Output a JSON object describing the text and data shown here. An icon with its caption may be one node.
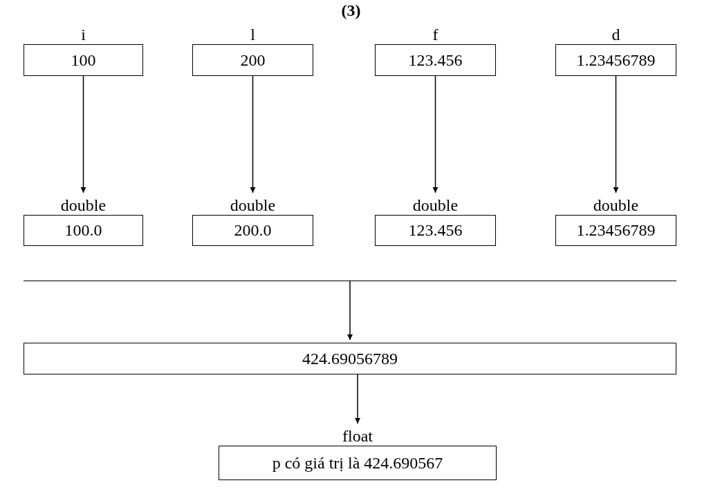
{
  "diagram": {
    "title": "(3)",
    "nodes": [
      {
        "text": [
          "i",
          "100"
        ]
      },
      {
        "text": [
          "l",
          "200"
        ]
      },
      {
        "text": [
          "f",
          "123.456"
        ]
      },
      {
        "text": [
          "d",
          "1.23456789"
        ]
      },
      {
        "text": [
          "double",
          "100.0"
        ]
      },
      {
        "text": [
          "double",
          "200.0"
        ]
      },
      {
        "text": [
          "double",
          "123.456"
        ]
      },
      {
        "text": [
          "double",
          "1.23456789"
        ]
      },
      {
        "text": [],
        "shape": "bar"
      },
      {
        "text": [
          "424.69056789"
        ]
      },
      {
        "text": [
          "float",
          "p có giá trị là 424.690567"
        ]
      }
    ],
    "edges": [
      {
        "from": 0,
        "to": 4,
        "arrow": "to"
      },
      {
        "from": 1,
        "to": 5,
        "arrow": "to"
      },
      {
        "from": 2,
        "to": 6,
        "arrow": "to"
      },
      {
        "from": 3,
        "to": 7,
        "arrow": "to"
      },
      {
        "from": 8,
        "to": 9,
        "arrow": "to"
      },
      {
        "from": 9,
        "to": 10,
        "arrow": "to"
      }
    ]
  }
}
